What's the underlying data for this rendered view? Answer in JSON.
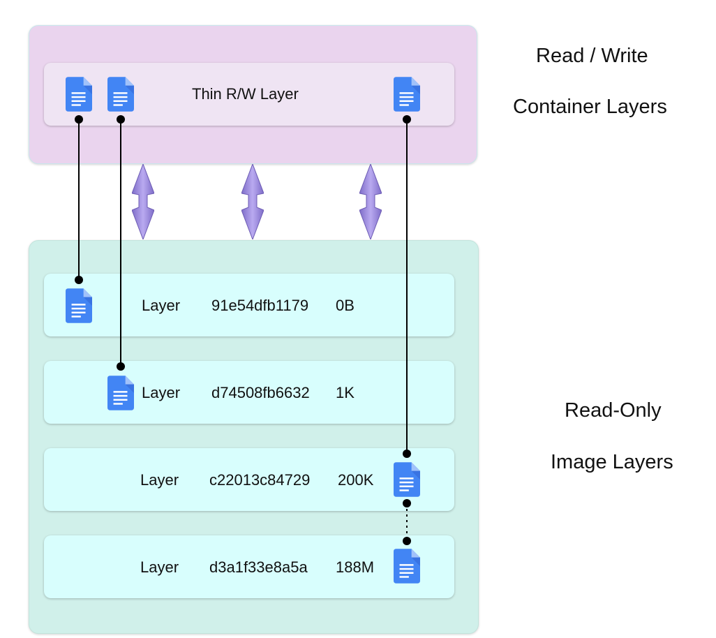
{
  "labels": {
    "rw_line1": "Read / Write",
    "rw_line2": "Container Layers",
    "ro_line1": "Read-Only",
    "ro_line2": "Image Layers"
  },
  "container_layer": {
    "label": "Thin R/W Layer"
  },
  "image_layers": [
    {
      "label": "Layer",
      "id": "91e54dfb1179",
      "size": "0B"
    },
    {
      "label": "Layer",
      "id": "d74508fb6632",
      "size": "1K"
    },
    {
      "label": "Layer",
      "id": "c22013c84729",
      "size": "200K"
    },
    {
      "label": "Layer",
      "id": "d3a1f33e8a5a",
      "size": "188M"
    }
  ],
  "icons": {
    "file": "file-document-icon",
    "arrow": "double-headed-arrow-icon"
  },
  "colors": {
    "container_panel": "#ead4ee",
    "image_panel": "#d0f0ea",
    "layer_bar": "#d8fefd",
    "thin_bar": "#efe4f3",
    "file_icon": "#4285f4",
    "arrow": "#9b88dc"
  }
}
